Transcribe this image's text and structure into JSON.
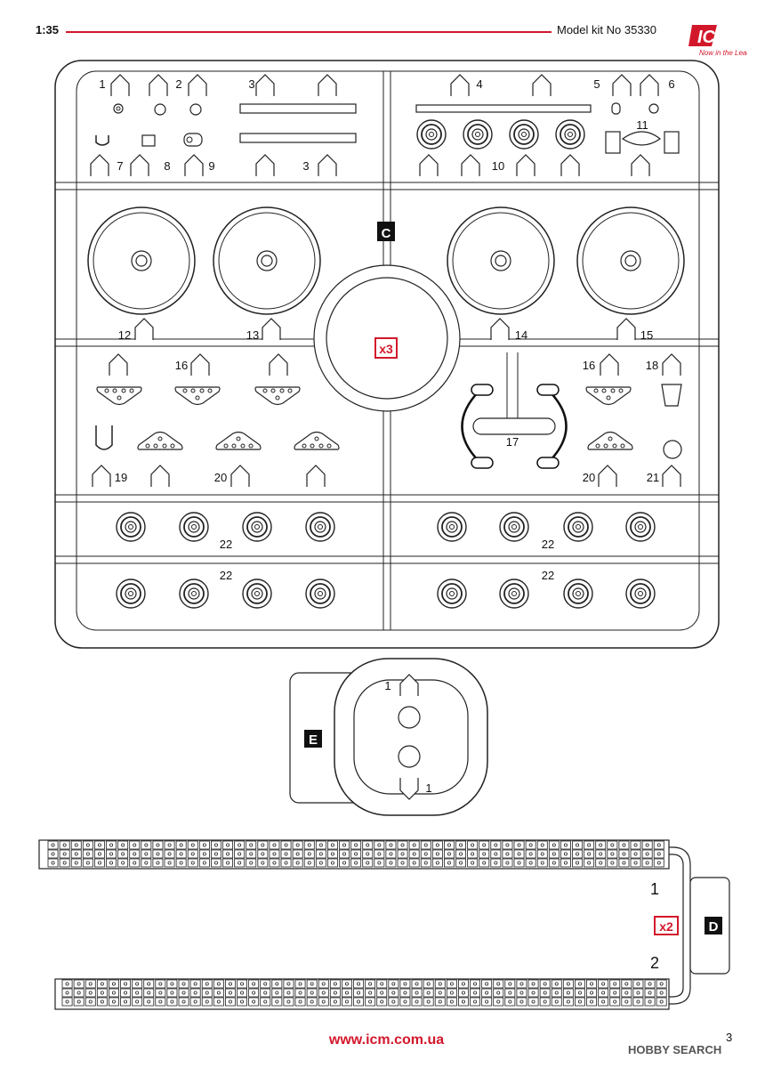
{
  "header": {
    "scale": "1:35",
    "model_kit": "Model kit No 35330",
    "logo_text": "ICM",
    "logo_tagline": "Now in the Lead"
  },
  "sprue_c": {
    "letter": "C",
    "multiplier": "x3",
    "part_numbers": [
      "1",
      "2",
      "3",
      "4",
      "5",
      "6",
      "7",
      "8",
      "9",
      "3",
      "10",
      "11",
      "12",
      "13",
      "14",
      "15",
      "16",
      "16",
      "17",
      "18",
      "19",
      "20",
      "20",
      "21",
      "22",
      "22",
      "22",
      "22"
    ]
  },
  "sprue_e": {
    "letter": "E",
    "part_numbers": [
      "1",
      "1"
    ]
  },
  "sprue_d": {
    "letter": "D",
    "multiplier": "x2",
    "part_numbers": [
      "1",
      "2"
    ]
  },
  "footer": {
    "website": "www.icm.com.ua",
    "page_number": "3",
    "watermark": "HOBBY SEARCH"
  },
  "colors": {
    "accent": "#d3172b",
    "line": "#222222",
    "frame_fill": "#ffffff"
  }
}
